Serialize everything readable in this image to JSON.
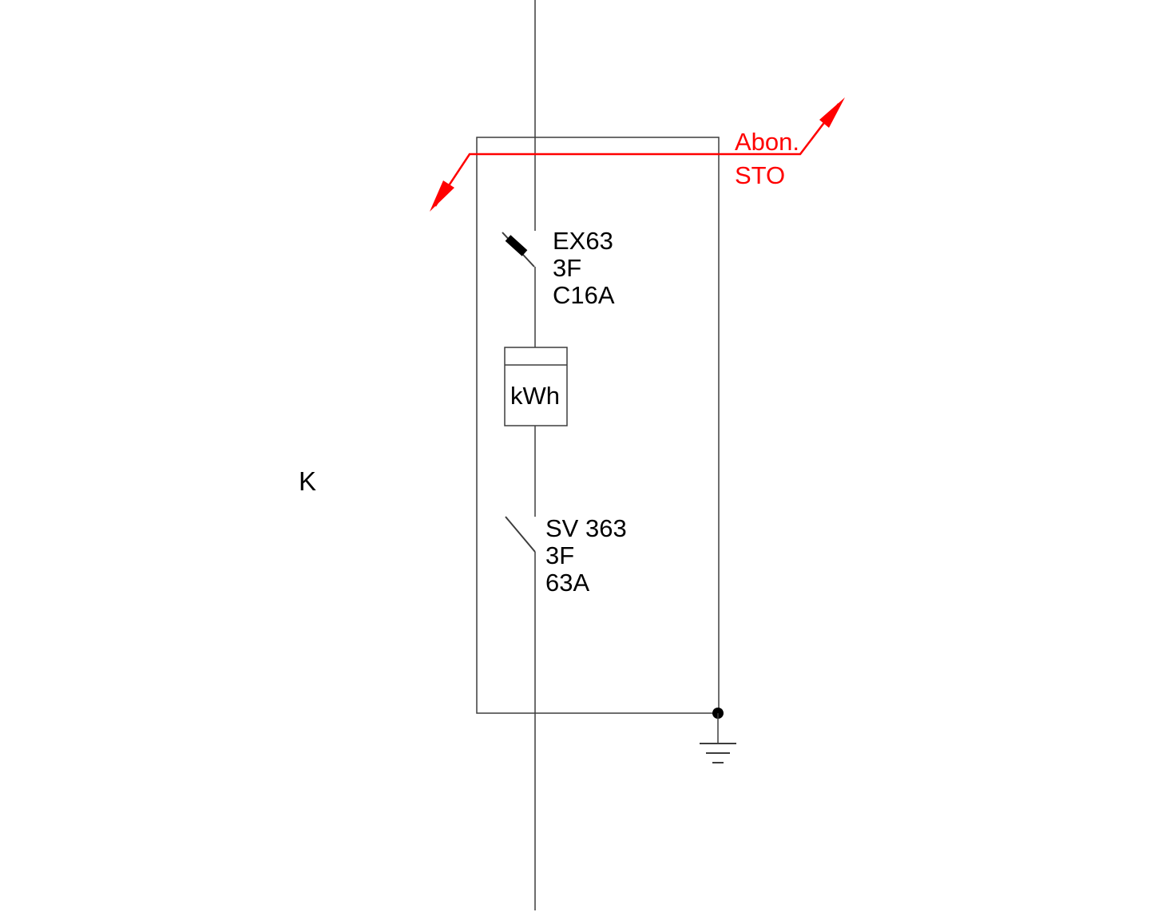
{
  "diagram": {
    "title_hint": "single-line electrical distribution schematic",
    "k_label": "K",
    "feeder": {
      "label_line1": "Abon.",
      "label_line2": "STO",
      "color": "#ff0000"
    },
    "breaker": {
      "model": "EX63",
      "phases": "3F",
      "rating": "C16A"
    },
    "meter": {
      "label": "kWh"
    },
    "switch": {
      "model": "SV 363",
      "phases": "3F",
      "rating": "63A"
    },
    "colors": {
      "line": "#3d3d3d",
      "accent": "#ff0000",
      "text": "#000000",
      "background": "#ffffff"
    }
  }
}
